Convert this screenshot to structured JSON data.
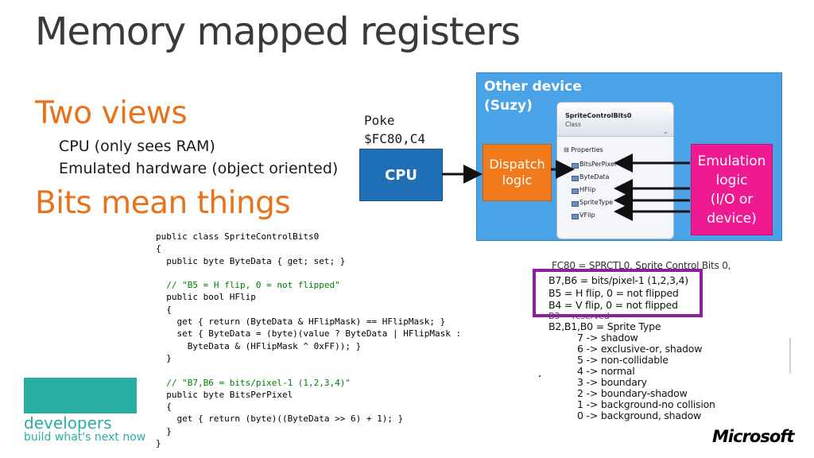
{
  "slide": {
    "title": "Memory mapped registers",
    "heading1": "Two views",
    "bullets": [
      "CPU (only sees RAM)",
      "Emulated hardware (object oriented)"
    ],
    "heading2": "Bits mean things"
  },
  "diagram": {
    "poke_line1": "Poke",
    "poke_line2": "$FC80,C4",
    "cpu_label": "CPU",
    "other_device_line1": "Other device",
    "other_device_line2": "(Suzy)",
    "dispatch_line1": "Dispatch",
    "dispatch_line2": "logic",
    "emulation_line1": "Emulation",
    "emulation_line2": "logic",
    "emulation_line3": "(I/O or",
    "emulation_line4": "device)",
    "class_box": {
      "name": "SpriteControlBits0",
      "kind": "Class",
      "section": "Properties",
      "properties": [
        "BitsPerPixel",
        "ByteData",
        "HFlip",
        "SpriteType",
        "VFlip"
      ]
    },
    "colors": {
      "cpu": "#1f6fb7",
      "device": "#4aa3e6",
      "dispatch": "#f07a1c",
      "emulation": "#ef1a91",
      "highlight": "#8e1fa0",
      "accent": "#e8731e"
    }
  },
  "register_doc": {
    "lines": [
      "FC80 = SPRCTL0, Sprite Control Bits 0,",
      "B7,B6  =  bits/pixel-1  (1,2,3,4)",
      "B5 = H flip, 0 = not flipped",
      "B4 = V flip, 0 = not flipped",
      "B3 = reserved",
      "B2,B1,B0 = Sprite Type",
      "7 -> shadow",
      "6 -> exclusive-or, shadow",
      "5 -> non-collidable",
      "4 -> normal",
      "3 -> boundary",
      "2 -> boundary-shadow",
      "1 -> background-no collision",
      "0 -> background, shadow"
    ]
  },
  "code": {
    "lines": [
      "public class SpriteControlBits0",
      "{",
      "  public byte ByteData { get; set; }",
      "",
      "  // \"B5 = H flip, 0 = not flipped\"",
      "  public bool HFlip",
      "  {",
      "    get { return (ByteData & HFlipMask) == HFlipMask; }",
      "    set { ByteData = (byte)(value ? ByteData | HFlipMask :",
      "      ByteData & (HFlipMask ^ 0xFF)); }",
      "  }",
      "",
      "  // \"B7,B6 = bits/pixel-1 (1,2,3,4)\"",
      "  public byte BitsPerPixel",
      "  {",
      "    get { return (byte)((ByteData >> 6) + 1); }",
      "  }",
      "}"
    ]
  },
  "branding": {
    "developers": "developers",
    "tagline": "build what's next now",
    "microsoft": "Microsoft"
  }
}
